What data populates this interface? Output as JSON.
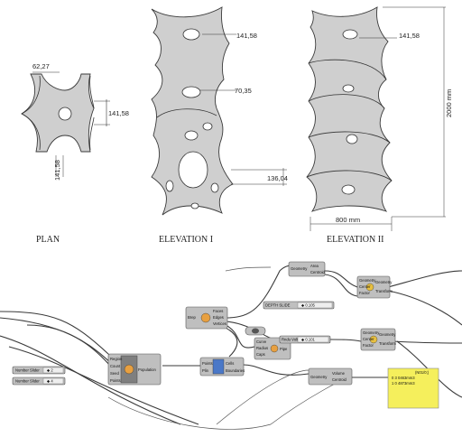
{
  "views": {
    "plan": "PLAN",
    "elevation1": "ELEVATION I",
    "elevation2": "ELEVATION II"
  },
  "dimensions": {
    "plan_top": "62,27",
    "plan_right": "141,58",
    "plan_bottom": "141,58",
    "elev1_top": "141,58",
    "elev1_mid": "70,35",
    "elev1_low": "136,04",
    "elev2_top": "141,58",
    "elev2_height": "2000 mm",
    "elev2_width": "800 mm"
  },
  "grasshopper": {
    "sliders": [
      {
        "name": "Number Slider",
        "value": "◆ 2"
      },
      {
        "name": "Number Slider",
        "value": "◆ 4"
      }
    ],
    "populate": {
      "inputs": [
        "Region",
        "Count",
        "Seed",
        "Points"
      ],
      "title": "Population"
    },
    "voronoi": {
      "inputs": [
        "Points",
        "Plin"
      ],
      "outputs": [
        "Cells",
        "Boundaries"
      ]
    },
    "brep": {
      "inputs": [
        "Brep"
      ],
      "outputs": [
        "Faces",
        "Edges",
        "Vertices"
      ]
    },
    "area": {
      "inputs": [
        "Geometry"
      ],
      "outputs": [
        "Area",
        "Centroid"
      ]
    },
    "scale": {
      "inputs": [
        "Geometry",
        "Center",
        "Factor"
      ],
      "outputs": [
        "Geometry",
        "Transform"
      ]
    },
    "scale2": {
      "inputs": [
        "Geometry",
        "Center",
        "Factor"
      ],
      "outputs": [
        "Geometry",
        "Transform"
      ]
    },
    "pipe": {
      "inputs": [
        "Curve",
        "Radius",
        "Caps"
      ],
      "title": "Pipe"
    },
    "volume": {
      "inputs": [
        "Geometry"
      ],
      "outputs": [
        "Volume",
        "Centroid"
      ]
    },
    "slider_a": {
      "name": "DEPTH SLIDE",
      "value": "◆ 0.105"
    },
    "slider_b": {
      "name": "Rndu Volt",
      "value": "◆ 0.101"
    },
    "panel": {
      "header": "(N01/0;)",
      "lines": [
        "0 3 0463mm3",
        "1 0 4873mm3"
      ]
    }
  },
  "colors": {
    "panel": "#f5ef5c",
    "component": "#bfbfbf",
    "shape": "#cfcfcf"
  }
}
